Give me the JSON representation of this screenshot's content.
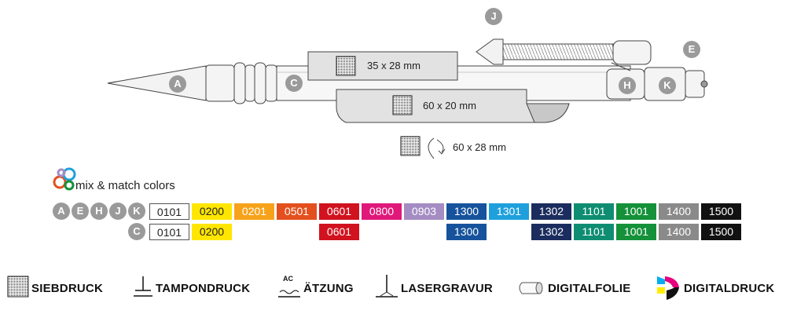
{
  "part_letters": [
    "A",
    "C",
    "H",
    "K",
    "E",
    "J"
  ],
  "print_areas": [
    {
      "label": "35 x 28 mm"
    },
    {
      "label": "60 x 20 mm"
    },
    {
      "label": "60 x 28 mm"
    }
  ],
  "brand": {
    "label": "mix & match colors"
  },
  "color_rows": [
    {
      "letters": [
        "A",
        "E",
        "H",
        "J",
        "K"
      ],
      "swatches": [
        {
          "code": "0101",
          "bg": "#ffffff",
          "fg": "#222222",
          "border": "#555555"
        },
        {
          "code": "0200",
          "bg": "#ffe600",
          "fg": "#222222"
        },
        {
          "code": "0201",
          "bg": "#f7a21b",
          "fg": "#ffffff"
        },
        {
          "code": "0501",
          "bg": "#e3501e",
          "fg": "#ffffff"
        },
        {
          "code": "0601",
          "bg": "#d0131e",
          "fg": "#ffffff"
        },
        {
          "code": "0800",
          "bg": "#e0187a",
          "fg": "#ffffff"
        },
        {
          "code": "0903",
          "bg": "#a58cc3",
          "fg": "#ffffff"
        },
        {
          "code": "1300",
          "bg": "#16539c",
          "fg": "#ffffff"
        },
        {
          "code": "1301",
          "bg": "#1fa0dd",
          "fg": "#ffffff"
        },
        {
          "code": "1302",
          "bg": "#1b2d5e",
          "fg": "#ffffff"
        },
        {
          "code": "1101",
          "bg": "#0f8d72",
          "fg": "#ffffff"
        },
        {
          "code": "1001",
          "bg": "#15913a",
          "fg": "#ffffff"
        },
        {
          "code": "1400",
          "bg": "#8a8a8a",
          "fg": "#ffffff"
        },
        {
          "code": "1500",
          "bg": "#111111",
          "fg": "#ffffff"
        }
      ]
    },
    {
      "letters": [
        "C"
      ],
      "swatches": [
        {
          "code": "0101",
          "bg": "#ffffff",
          "fg": "#222222",
          "border": "#555555"
        },
        {
          "code": "0200",
          "bg": "#ffe600",
          "fg": "#222222"
        },
        null,
        null,
        {
          "code": "0601",
          "bg": "#d0131e",
          "fg": "#ffffff"
        },
        null,
        null,
        {
          "code": "1300",
          "bg": "#16539c",
          "fg": "#ffffff"
        },
        null,
        {
          "code": "1302",
          "bg": "#1b2d5e",
          "fg": "#ffffff"
        },
        {
          "code": "1101",
          "bg": "#0f8d72",
          "fg": "#ffffff"
        },
        {
          "code": "1001",
          "bg": "#15913a",
          "fg": "#ffffff"
        },
        {
          "code": "1400",
          "bg": "#8a8a8a",
          "fg": "#ffffff"
        },
        {
          "code": "1500",
          "bg": "#111111",
          "fg": "#ffffff"
        }
      ]
    }
  ],
  "print_methods": [
    {
      "name": "SIEBDRUCK",
      "icon": "screen-print-icon"
    },
    {
      "name": "TAMPONDRUCK",
      "icon": "pad-print-icon"
    },
    {
      "name": "ÄTZUNG",
      "icon": "etching-icon",
      "icon_text": "AC"
    },
    {
      "name": "LASERGRAVUR",
      "icon": "laser-engraving-icon"
    },
    {
      "name": "DIGITALFOLIE",
      "icon": "digital-foil-icon"
    },
    {
      "name": "DIGITALDRUCK",
      "icon": "digital-print-icon"
    }
  ]
}
